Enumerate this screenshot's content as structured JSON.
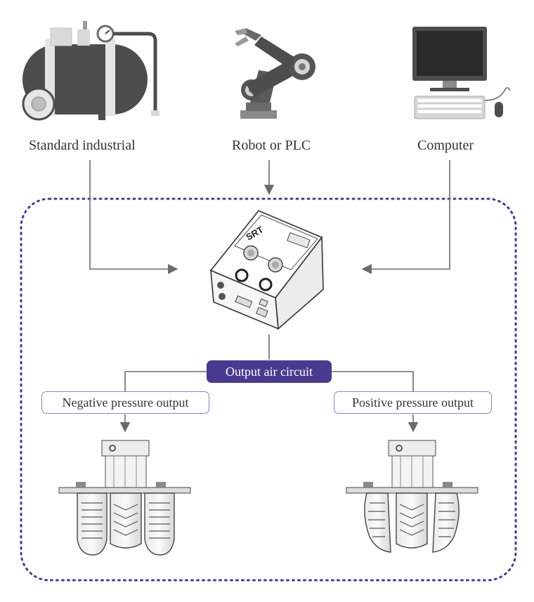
{
  "sources": {
    "compressor": "Standard industrial",
    "robot": "Robot or PLC",
    "computer": "Computer"
  },
  "controller": {
    "brand": "SRT"
  },
  "circuit": {
    "label": "Output air circuit"
  },
  "outputs": {
    "negative": "Negative pressure output",
    "positive": "Positive pressure output"
  },
  "colors": {
    "accent": "#4a3a8f",
    "outline": "#8d7fc0",
    "line": "#777777",
    "device_body": "#4d4d4f"
  }
}
